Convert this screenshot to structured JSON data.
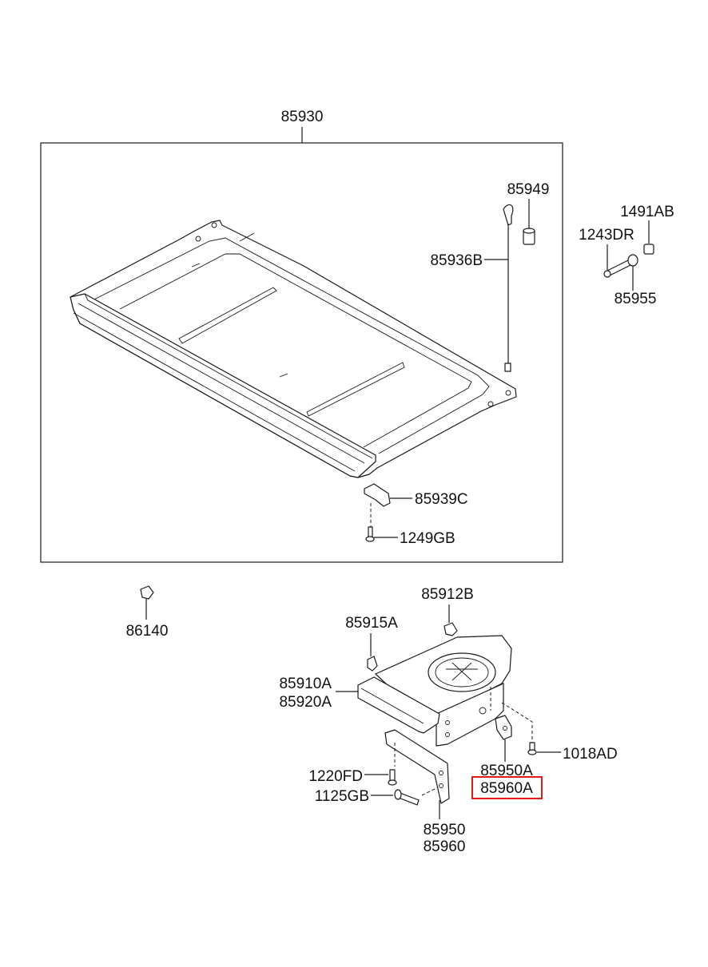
{
  "labels": {
    "p85930": "85930",
    "p85949": "85949",
    "p1491AB": "1491AB",
    "p1243DR": "1243DR",
    "p85936B": "85936B",
    "p85955": "85955",
    "p85939C": "85939C",
    "p1249GB": "1249GB",
    "p85912B": "85912B",
    "p86140": "86140",
    "p85915A": "85915A",
    "p85910A": "85910A",
    "p85920A": "85920A",
    "p1018AD": "1018AD",
    "p1220FD": "1220FD",
    "p85950A": "85950A",
    "p85960A": "85960A",
    "p1125GB": "1125GB",
    "p85950": "85950",
    "p85960": "85960"
  },
  "colors": {
    "line": "#1a1a1a",
    "highlight": "#e01919",
    "background": "#ffffff"
  },
  "highlighted_part": "85960A"
}
